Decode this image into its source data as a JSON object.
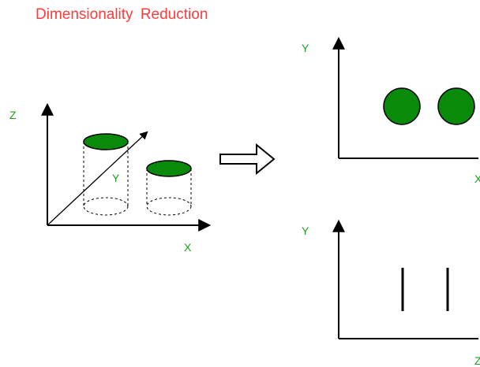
{
  "title": "Dimensionality Reduction",
  "colors": {
    "title": "#ff3b3b",
    "label": "#1aa31a",
    "shape_fill": "#0a8a0a",
    "stroke": "#000000"
  },
  "panel_3d": {
    "axis_labels": {
      "z": "Z",
      "y": "Y",
      "x": "X"
    }
  },
  "panel_top_right": {
    "axis_labels": {
      "y": "Y",
      "x": "X"
    }
  },
  "panel_bottom_right": {
    "axis_labels": {
      "y": "Y",
      "z": "Z"
    }
  },
  "icons": {
    "transform_arrow": "outline-right-arrow-icon"
  }
}
